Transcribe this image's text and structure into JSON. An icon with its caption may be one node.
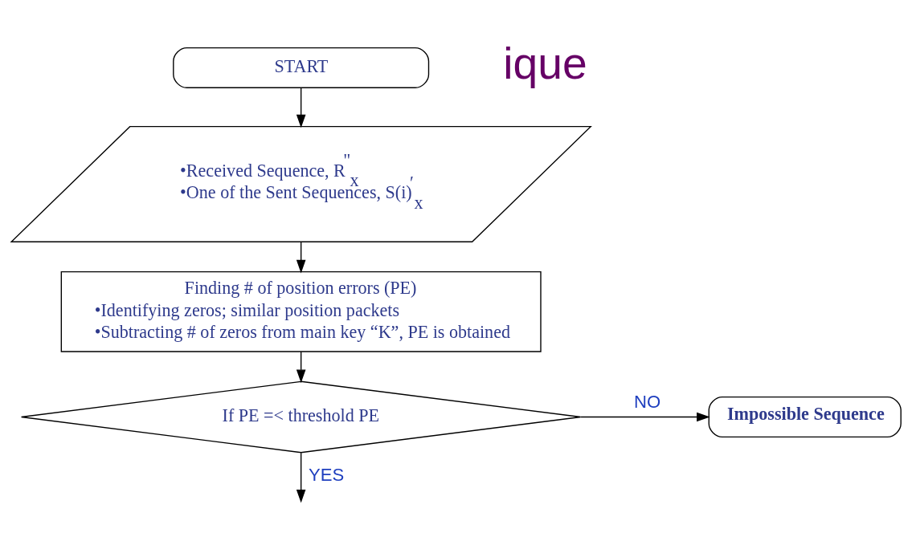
{
  "diagram": {
    "nodes": [
      {
        "text": [
          "START"
        ]
      },
      {
        "text": [
          "•Received Sequence, R$^{\"}$$_{x}$",
          "•One of the Sent Sequences, S(i)$^{′}$$_{x}$"
        ]
      },
      {
        "text": [
          "Finding # of position errors (PE)",
          "•Identifying zeros; similar position packets",
          "•Subtracting # of zeros from main key “K”, PE is obtained"
        ]
      },
      {
        "text": [
          "If PE =< threshold PE"
        ]
      },
      {
        "text": [
          "Impossible Sequence"
        ]
      }
    ],
    "edges": [
      {
        "from": 0,
        "to": 1,
        "arrow": "to"
      },
      {
        "from": 1,
        "to": 2,
        "arrow": "to"
      },
      {
        "from": 2,
        "to": 3,
        "arrow": "to"
      },
      {
        "from": 3,
        "to": 4,
        "arrow": "to",
        "label": "NO"
      },
      {
        "from": 3,
        "to": null,
        "arrow": "to",
        "label": "YES"
      }
    ],
    "labels": [
      "ique"
    ]
  }
}
